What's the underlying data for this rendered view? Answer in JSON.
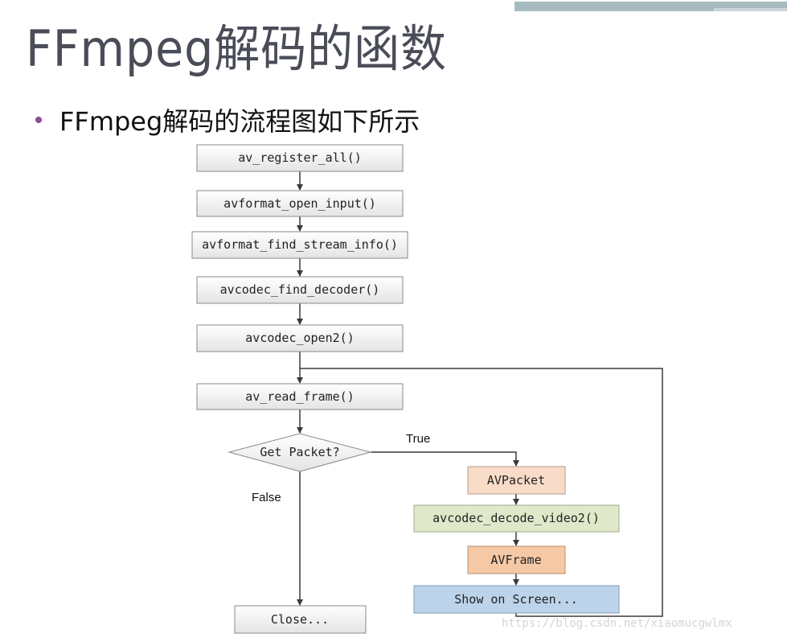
{
  "title": "FFmpeg解码的函数",
  "bullet": "FFmpeg解码的流程图如下所示",
  "nodes": {
    "register_all": "av_register_all()",
    "open_input": "avformat_open_input()",
    "find_stream_info": "avformat_find_stream_info()",
    "find_decoder": "avcodec_find_decoder()",
    "open2": "avcodec_open2()",
    "read_frame": "av_read_frame()",
    "get_packet": "Get Packet?",
    "avpacket": "AVPacket",
    "decode_video2": "avcodec_decode_video2()",
    "avframe": "AVFrame",
    "show_on_screen": "Show on Screen...",
    "close": "Close..."
  },
  "edges": {
    "true_label": "True",
    "false_label": "False"
  },
  "colors": {
    "avpacket_fill": "#f8dcc8",
    "decode_fill": "#dfe8c9",
    "avframe_fill": "#f6c9a6",
    "show_fill": "#bcd3ea",
    "default_fill": "#f4f4f4",
    "line": "#3a3a3a"
  },
  "watermark": "https://blog.csdn.net/xiaomucgwlmx"
}
